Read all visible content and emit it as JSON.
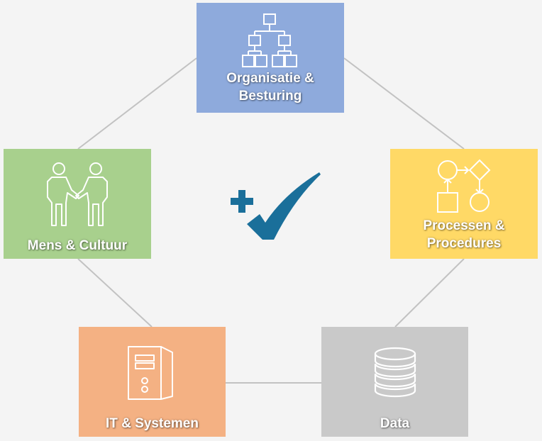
{
  "colors": {
    "background": "#f4f4f4",
    "connector": "#c2c2c2",
    "org": "#8eaadc",
    "mens": "#a8d08d",
    "proc": "#ffd966",
    "it": "#f4b183",
    "data": "#c9c9c9",
    "logo": "#1a6f9a"
  },
  "boxes": {
    "org": {
      "label": "Organisatie & Besturing",
      "icon": "org-chart-icon"
    },
    "mens": {
      "label": "Mens & Cultuur",
      "icon": "handshake-people-icon"
    },
    "proc": {
      "label": "Processen & Procedures",
      "icon": "process-flow-icon"
    },
    "it": {
      "label": "IT & Systemen",
      "icon": "server-tower-icon"
    },
    "data": {
      "label": "Data",
      "icon": "database-icon"
    }
  },
  "center": {
    "icon": "plus-checkmark-icon"
  }
}
